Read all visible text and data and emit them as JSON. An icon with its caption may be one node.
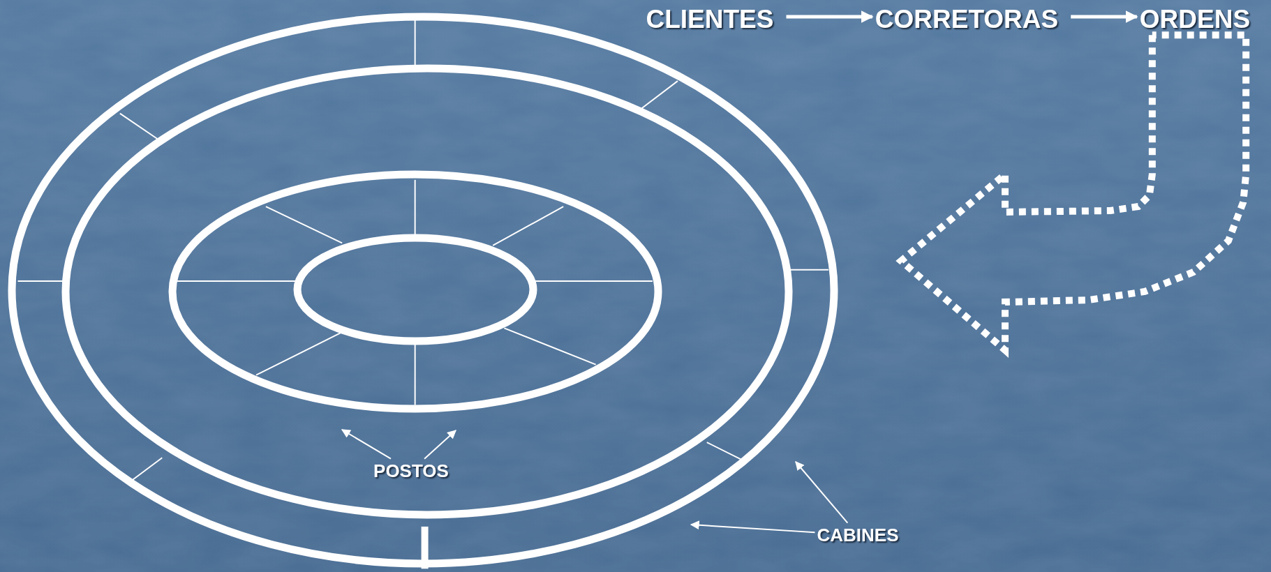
{
  "diagram": {
    "nodes": [
      {
        "text": [
          "CLIENTES"
        ]
      },
      {
        "text": [
          "CORRETORAS"
        ]
      },
      {
        "text": [
          "ORDENS"
        ]
      },
      {
        "text": [
          "POSTOS"
        ]
      },
      {
        "text": [
          "CABINES"
        ]
      }
    ],
    "edges": [
      {
        "from": 0,
        "to": 1,
        "arrow": "to",
        "style": "thick"
      },
      {
        "from": 1,
        "to": 2,
        "arrow": "to",
        "style": "thick"
      },
      {
        "from": 2,
        "to": null,
        "arrow": "to",
        "style": "dashed"
      },
      {
        "from": 3,
        "to": null,
        "arrow": "to"
      },
      {
        "from": 3,
        "to": null,
        "arrow": "to"
      },
      {
        "from": 4,
        "to": null,
        "arrow": "to"
      },
      {
        "from": 4,
        "to": null,
        "arrow": "to"
      }
    ]
  }
}
